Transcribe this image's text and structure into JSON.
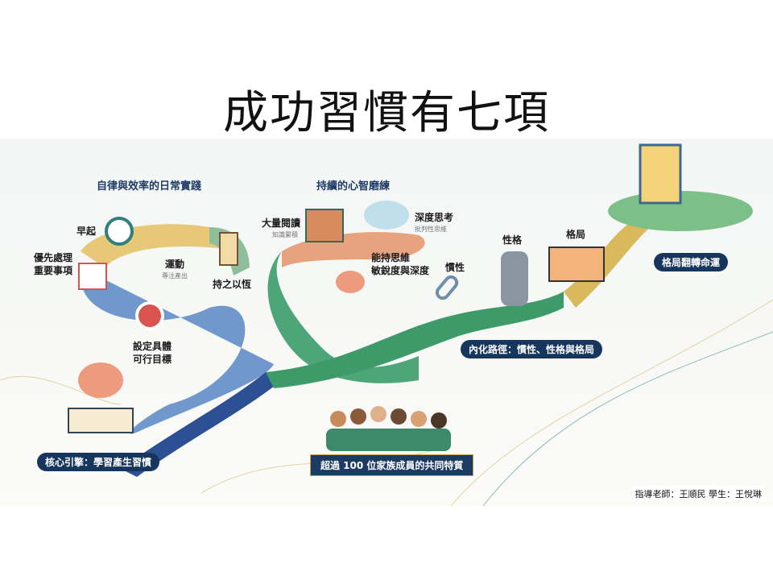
{
  "title": "成功習慣有七項",
  "sections": {
    "daily": "自律與效率的日常實踐",
    "mind": "持續的心智磨練"
  },
  "steps": {
    "early_rise": "早起",
    "exercise": "運動",
    "exercise_sub": "專注產出",
    "persist": "持之以恆",
    "priority": "優先處理\n重要事項",
    "goals": "設定具體\n可行目標",
    "reading": "大量閱讀",
    "reading_sub": "知識累積",
    "deep_think": "深度思考",
    "deep_think_sub": "批判性思維",
    "keep_thinking": "能持思維\n敏銳度與深度",
    "inertia": "慣性",
    "character": "性格",
    "vision": "格局"
  },
  "pills": {
    "core": "核心引擎：學習產生習慣",
    "internal": "內化路徑：慣性、性格與格局",
    "destiny": "格局翻轉命運"
  },
  "banner": "超過 100 位家族成員的共同特質",
  "credit": "指導老師：王順民 學生：王悅琳",
  "colors": {
    "navy": "#17365e",
    "gold": "#e2c36a",
    "green": "#3f9a6a",
    "blue": "#3f6fb0"
  }
}
